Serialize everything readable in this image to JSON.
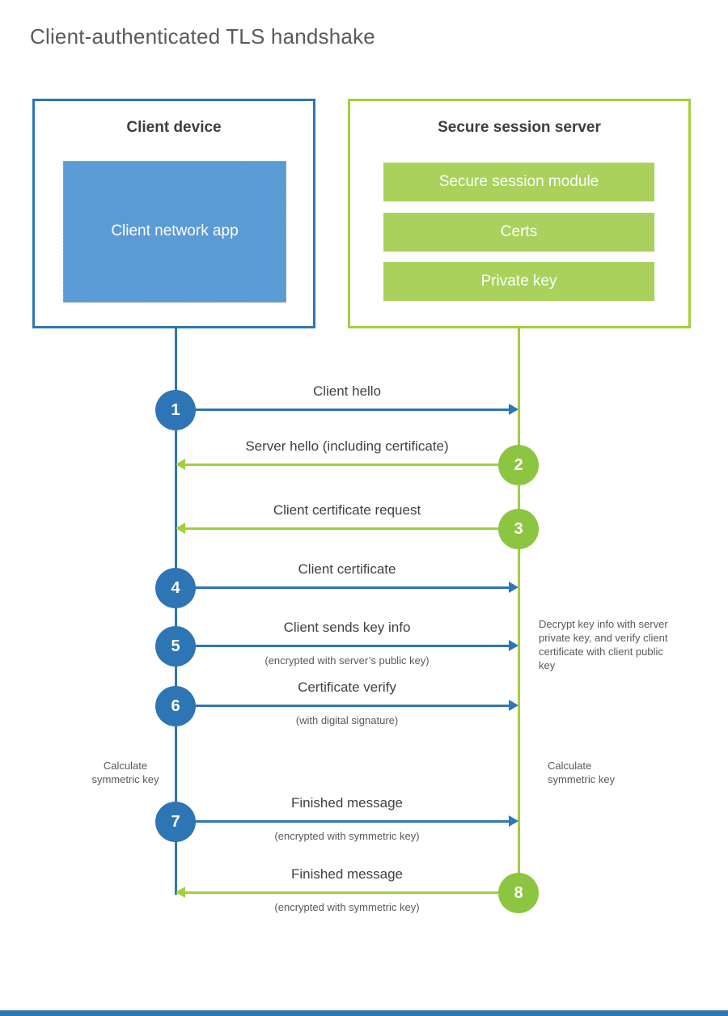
{
  "title": "Client-authenticated TLS handshake",
  "colors": {
    "blue": "#2e75b6",
    "blue_fill": "#5b9bd5",
    "green_line": "#a3cf3d",
    "green_bar": "#a9d15c",
    "green_circle": "#8cc540"
  },
  "client": {
    "title": "Client device",
    "app_label": "Client network app"
  },
  "server": {
    "title": "Secure session server",
    "modules": [
      "Secure session module",
      "Certs",
      "Private key"
    ]
  },
  "steps": [
    {
      "num": "1",
      "label": "Client hello",
      "direction": "right"
    },
    {
      "num": "2",
      "label": "Server hello (including certificate)",
      "direction": "left"
    },
    {
      "num": "3",
      "label": "Client certificate request",
      "direction": "left"
    },
    {
      "num": "4",
      "label": "Client certificate",
      "direction": "right"
    },
    {
      "num": "5",
      "label": "Client sends key info",
      "sub": "(encrypted with server’s public key)",
      "direction": "right"
    },
    {
      "num": "6",
      "label": "Certificate verify",
      "sub": "(with digital signature)",
      "direction": "right"
    },
    {
      "num": "7",
      "label": "Finished message",
      "sub": "(encrypted with symmetric key)",
      "direction": "right"
    },
    {
      "num": "8",
      "label": "Finished message",
      "sub": "(encrypted with symmetric key)",
      "direction": "left"
    }
  ],
  "notes": {
    "decrypt": "Decrypt key info with server private key, and verify client certificate with client public key",
    "calc_left": "Calculate symmetric key",
    "calc_right": "Calculate symmetric key"
  }
}
